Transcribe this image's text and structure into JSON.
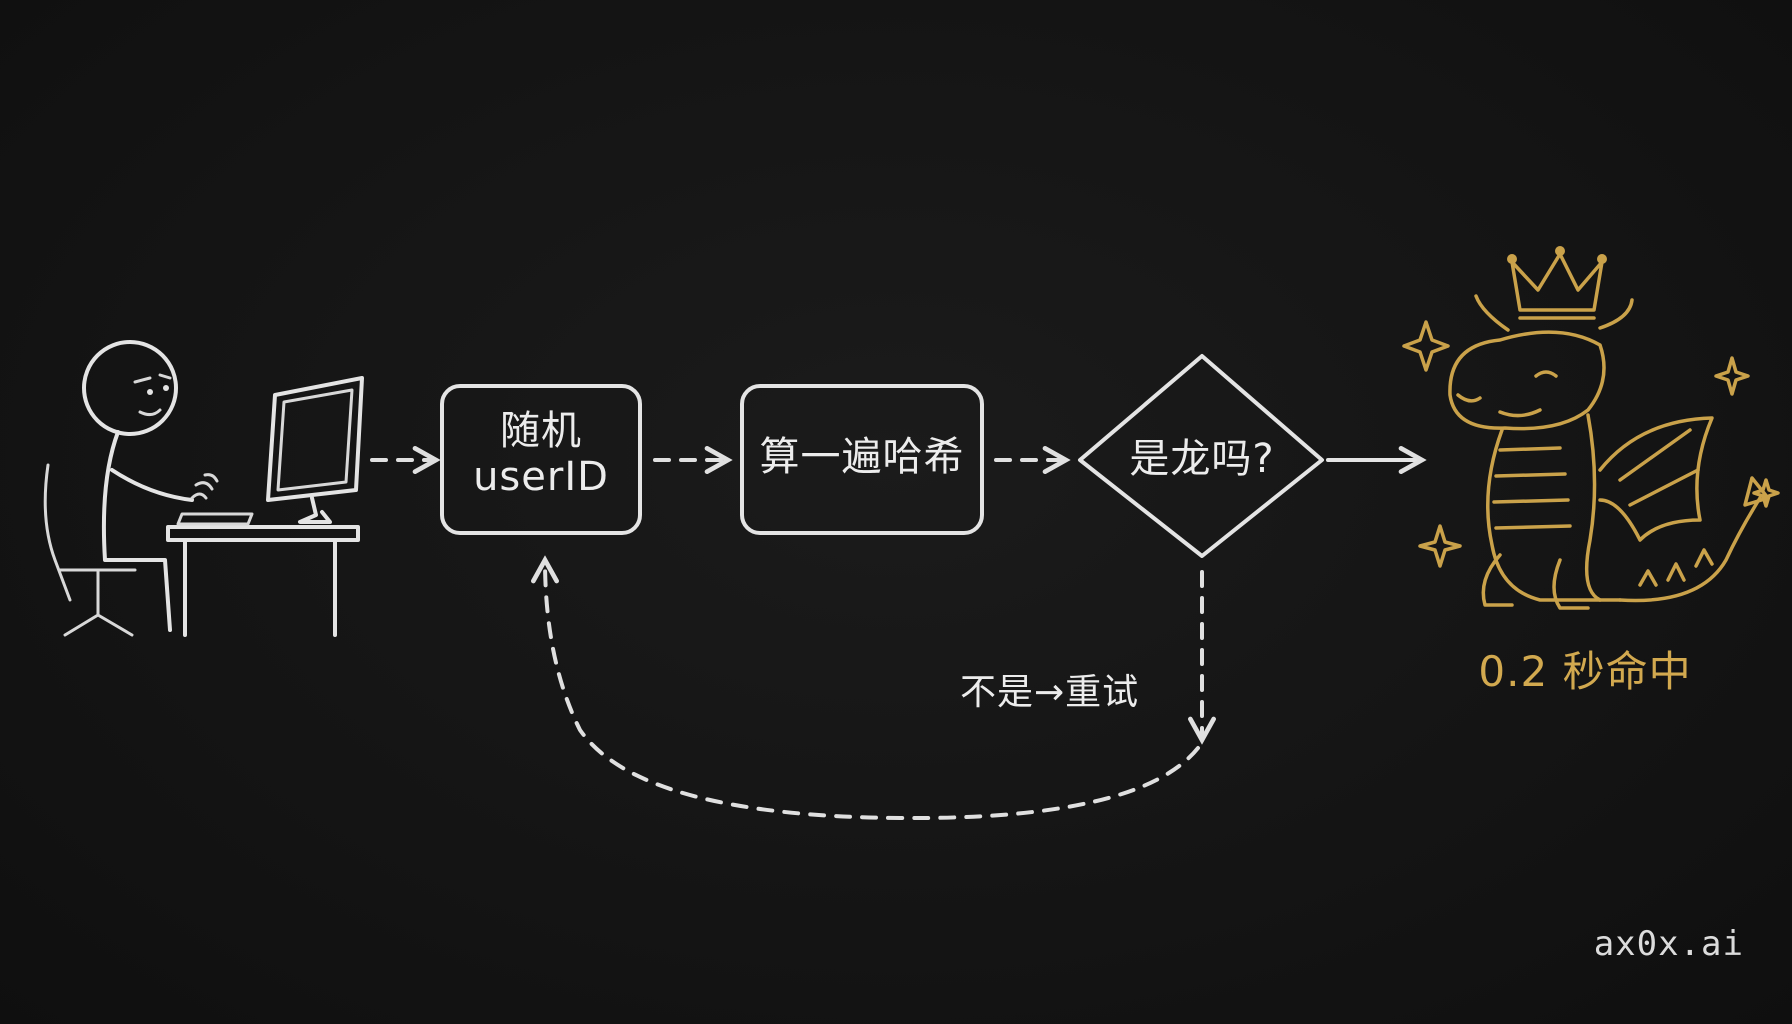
{
  "nodes": {
    "random_user_id": [
      "随机",
      "userID"
    ],
    "compute_hash": "算一遍哈希",
    "is_dragon": "是龙吗?"
  },
  "edges": {
    "retry_label": "不是→重试"
  },
  "result": {
    "caption": "0.2 秒命中"
  },
  "watermark": "ax0x.ai",
  "colors": {
    "background": "#141414",
    "chalk": "#e4e4e4",
    "gold": "#caa24a"
  },
  "icons": {
    "user": "stick-figure-at-computer-icon",
    "result": "crowned-dragon-icon",
    "sparkle": "sparkle-icon"
  }
}
